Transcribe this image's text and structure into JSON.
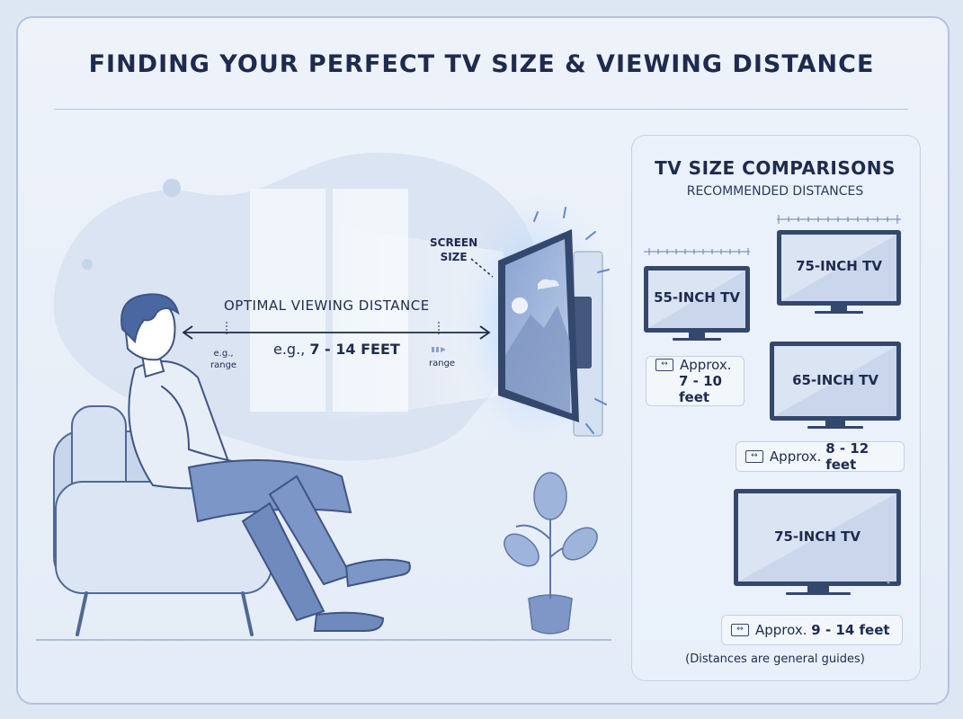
{
  "title": "FINDING YOUR PERFECT TV SIZE & VIEWING DISTANCE",
  "scene": {
    "screen_size_label_1": "SCREEN",
    "screen_size_label_2": "SIZE",
    "optimal_label": "OPTIMAL VIEWING DISTANCE",
    "example_prefix": "e.g., ",
    "example_value": "7 - 14 FEET",
    "left_marker_1": "e.g.,",
    "left_marker_2": "range",
    "right_marker": "range"
  },
  "panel": {
    "title": "TV SIZE COMPARISONS",
    "subtitle": "RECOMMENDED DISTANCES",
    "tvs": [
      {
        "label": "55-INCH TV",
        "approx_1": "Approx.",
        "approx_2": "7 - 10 feet"
      },
      {
        "label": "75-INCH TV"
      },
      {
        "label": "65-INCH TV",
        "approx_prefix": "Approx. ",
        "approx_value": "8 - 12 feet"
      },
      {
        "label": "75-INCH TV",
        "approx_prefix": "Approx. ",
        "approx_value": "9 - 14 feet"
      }
    ],
    "footnote": "(Distances are general guides)"
  },
  "colors": {
    "navy": "#1e2b4f",
    "accent_blue": "#5b7fc0",
    "glow": "#8fc2ff",
    "background": "#e4ecf7"
  }
}
